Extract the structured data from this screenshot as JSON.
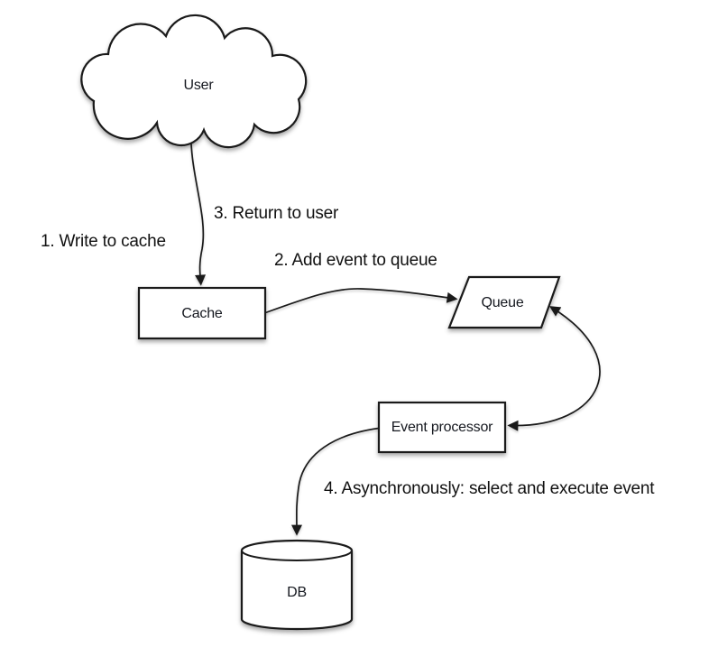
{
  "colors": {
    "ink": "#1a1a1a",
    "fill": "#ffffff",
    "label_text": "#15181f"
  },
  "nodes": {
    "user": {
      "label": "User",
      "shape": "cloud"
    },
    "cache": {
      "label": "Cache",
      "shape": "rectangle"
    },
    "queue": {
      "label": "Queue",
      "shape": "parallelogram"
    },
    "event_processor": {
      "label": "Event processor",
      "shape": "rectangle"
    },
    "db": {
      "label": "DB",
      "shape": "cylinder"
    }
  },
  "edge_labels": {
    "step1": "1. Write to cache",
    "step2": "2. Add event to queue",
    "step3": "3. Return to user",
    "step4": "4. Asynchronously: select and execute event"
  }
}
